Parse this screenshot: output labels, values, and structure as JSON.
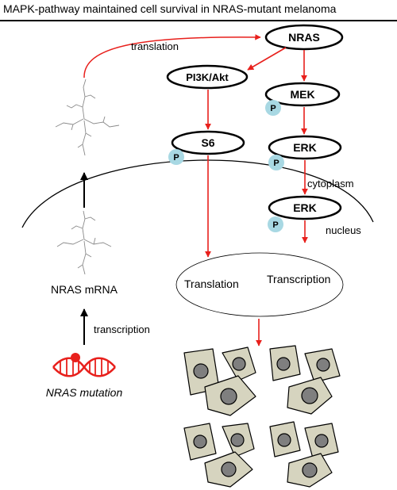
{
  "title": "MAPK-pathway maintained cell survival in NRAS-mutant melanoma",
  "nodes": {
    "nras": "NRAS",
    "pi3k": "PI3K/Akt",
    "mek": "MEK",
    "s6": "S6",
    "erk_cyto": "ERK",
    "erk_nuc": "ERK",
    "phospho": "P"
  },
  "labels": {
    "translation_top": "translation",
    "cytoplasm": "cytoplasm",
    "nucleus": "nucleus",
    "translation": "Translation",
    "transcription": "Transcription",
    "mrna": "NRAS mRNA",
    "transcription_lower": "transcription",
    "mutation": "NRAS mutation"
  },
  "colors": {
    "activation_arrow": "#e8201c",
    "phospho_fill": "#a8d8e3",
    "cell_fill": "#d6d4bf",
    "cell_nucleus": "#7f7f7f",
    "dna": "#e8201c"
  }
}
